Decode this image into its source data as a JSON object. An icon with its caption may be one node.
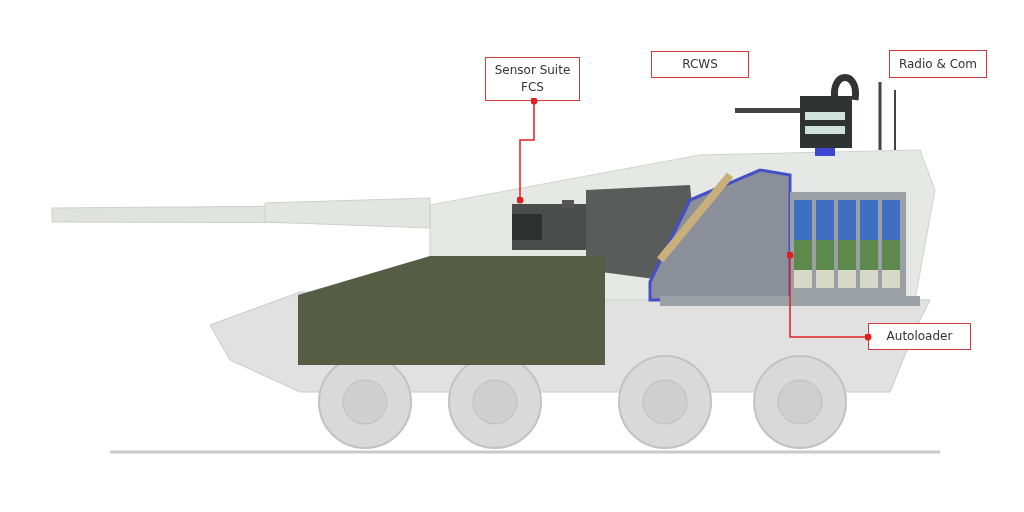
{
  "diagram": {
    "nodes": [
      {
        "text": [
          "Sensor Suite FCS"
        ]
      },
      {
        "text": [
          "RCWS"
        ]
      },
      {
        "text": [
          "Radio & Com"
        ]
      },
      {
        "text": [
          "Autoloader"
        ]
      },
      {
        "text": [],
        "shape": "picture"
      },
      {
        "text": [],
        "shape": "picture"
      }
    ],
    "edges": [
      {
        "from": 0,
        "to": 4,
        "arrow": "other"
      },
      {
        "from": 3,
        "to": 5,
        "arrow": "other"
      }
    ]
  }
}
